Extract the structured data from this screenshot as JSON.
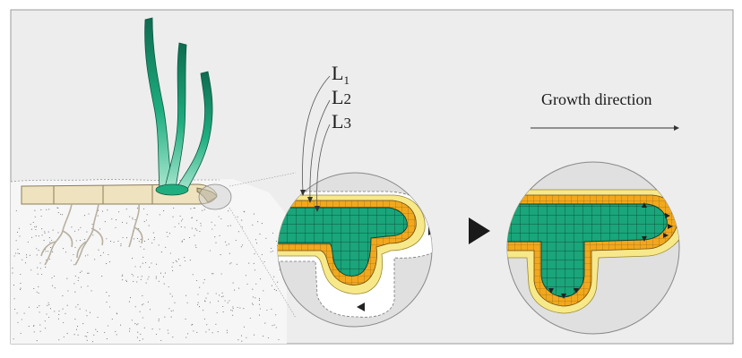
{
  "labels": {
    "layer1": "L",
    "layer1_sub": "1",
    "layer2": "L",
    "layer2_sub": "2",
    "layer3": "L",
    "layer3_sub": "3",
    "growth": "Growth direction"
  },
  "colors": {
    "panel_bg": "#ededed",
    "frame": "#9a9a9a",
    "soil_dots": "#6b6b6b",
    "core_green": "#1aa57a",
    "l2_orange": "#f2a81d",
    "l1_yellow": "#f7e88a",
    "shoot_dark": "#0e6b4f",
    "shoot_light": "#9fe0c7",
    "rhizome": "#efe3bf",
    "root": "#b8b0a0"
  },
  "icons": {
    "advance_arrow": "right-triangle-icon",
    "growth_arrow": "long-right-arrow-icon",
    "apex_arrows": "triangle-arrow-icon"
  }
}
